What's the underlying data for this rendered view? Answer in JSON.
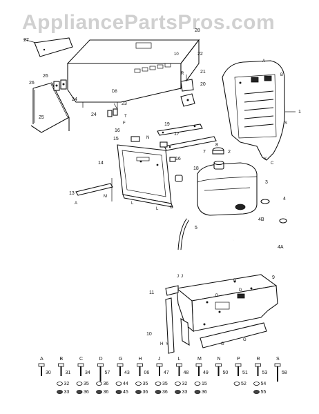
{
  "watermark": "AppliancePartsPros.com",
  "part_callouts": {
    "c1": "1",
    "c2": "2",
    "c3": "3",
    "c4": "4",
    "c4a": "4A",
    "c4b": "4B",
    "c5": "5",
    "c6": "6",
    "c7": "7",
    "c8": "8",
    "c9": "9",
    "c10": "10",
    "c11": "11",
    "c13": "13",
    "c14": "14",
    "c15": "15",
    "c16a": "16",
    "c16b": "16",
    "c17": "17",
    "c18": "18",
    "c19": "19",
    "c20": "20",
    "c21": "21",
    "c22": "22",
    "c23": "23",
    "c24a": "24",
    "c24b": "24",
    "c25": "25",
    "c26a": "26",
    "c26b": "26",
    "c27": "27",
    "c28": "28"
  },
  "letter_callouts": {
    "A": "A",
    "B": "B",
    "C": "C",
    "D": "D",
    "E": "E",
    "F": "F",
    "G": "G",
    "H": "H",
    "J": "J",
    "K": "K",
    "L": "L",
    "M": "M",
    "N": "N",
    "P": "P",
    "R": "R",
    "S": "S",
    "T": "T",
    "Y": "Y"
  },
  "hardware_key": [
    {
      "letter": "A",
      "part": "30",
      "extras": []
    },
    {
      "letter": "B",
      "part": "31",
      "extras": [
        "32",
        "33"
      ]
    },
    {
      "letter": "C",
      "part": "34",
      "extras": [
        "35",
        "36"
      ]
    },
    {
      "letter": "D",
      "part": "57",
      "extras": [
        "36",
        "36"
      ]
    },
    {
      "letter": "G",
      "part": "43",
      "extras": [
        "44",
        "45"
      ]
    },
    {
      "letter": "H",
      "part": "06",
      "extras": [
        "35",
        "36"
      ]
    },
    {
      "letter": "J",
      "part": "47",
      "extras": [
        "35",
        "36"
      ]
    },
    {
      "letter": "L",
      "part": "48",
      "extras": [
        "32",
        "33"
      ]
    },
    {
      "letter": "M",
      "part": "49",
      "extras": [
        "15",
        "36"
      ]
    },
    {
      "letter": "N",
      "part": "50",
      "extras": []
    },
    {
      "letter": "P",
      "part": "51",
      "extras": [
        "52"
      ]
    },
    {
      "letter": "R",
      "part": "53",
      "extras": [
        "54",
        "55"
      ]
    },
    {
      "letter": "S",
      "part": "58",
      "extras": []
    }
  ]
}
